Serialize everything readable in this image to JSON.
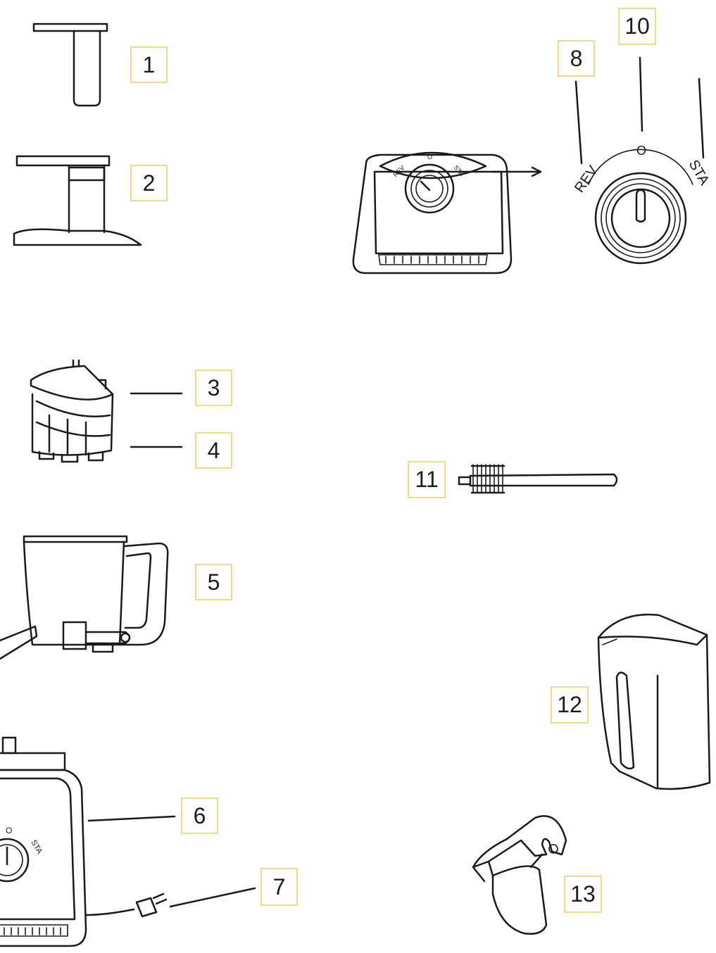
{
  "labels": {
    "l1": "1",
    "l2": "2",
    "l3": "3",
    "l4": "4",
    "l5": "5",
    "l6": "6",
    "l7": "7",
    "l8": "8",
    "l10": "10",
    "l11": "11",
    "l12": "12",
    "l13": "13"
  },
  "knob": {
    "rev": "REV",
    "off": "O",
    "sta": "STA"
  },
  "colors": {
    "label_border": "#f1d98a",
    "line": "#1a1a1a",
    "background": "#ffffff"
  }
}
